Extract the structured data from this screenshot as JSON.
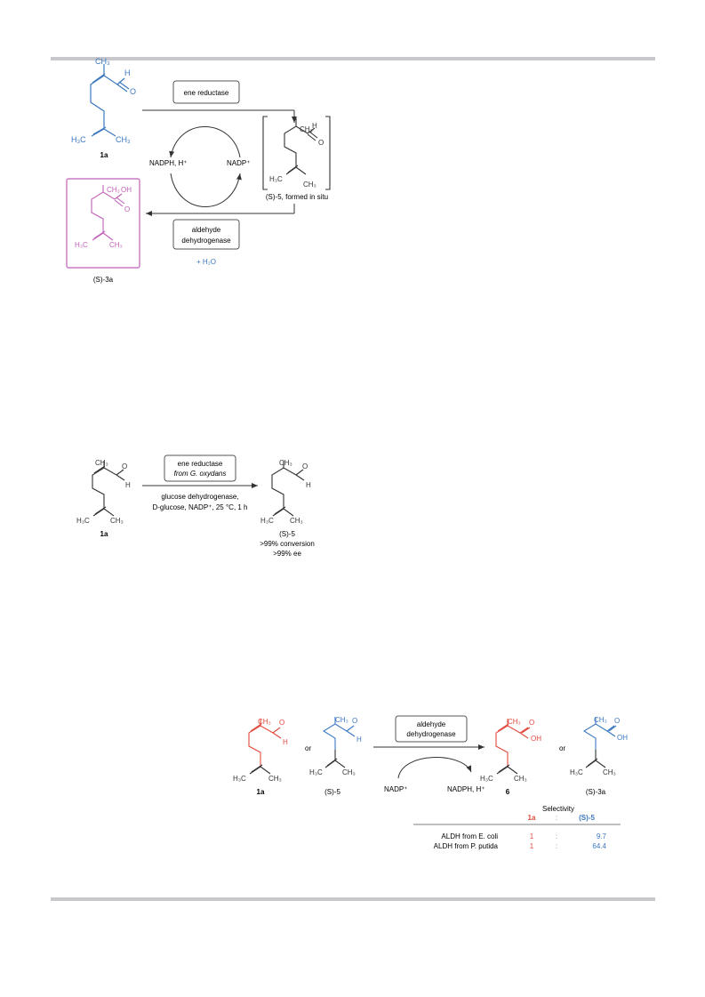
{
  "colors": {
    "blue": "#3b78c2",
    "pink": "#c061b8",
    "red": "#e24a3e",
    "black": "#333333",
    "rule": "#c8c8cc"
  },
  "scheme1": {
    "compound_1a": "1a",
    "ene_reductase": "ene reductase",
    "nadph": "NADPH, H⁺",
    "nadp": "NADP⁺",
    "intermediate_label": "(S)-5, formed in situ",
    "aldh_line1": "aldehyde",
    "aldh_line2": "dehydrogenase",
    "water": "+ H₂O",
    "product_label": "(S)-3a",
    "ch3": "CH₃",
    "h3c": "H₃C",
    "h": "H",
    "o": "O",
    "oh": "OH"
  },
  "scheme2": {
    "compound_1a": "1a",
    "enzyme_line1": "ene reductase",
    "enzyme_line2": "from G. oxydans",
    "conditions_line1": "glucose dehydrogenase,",
    "conditions_line2": "D-glucose, NADP⁺, 25 °C, 1 h",
    "product_label": "(S)-5",
    "conversion": ">99% conversion",
    "ee": ">99% ee"
  },
  "scheme3": {
    "compound_1a": "1a",
    "or1": "or",
    "compound_s5": "(S)-5",
    "aldh_line1": "aldehyde",
    "aldh_line2": "dehydrogenase",
    "nadp": "NADP⁺",
    "nadph": "NADPH, H⁺",
    "product_6": "6",
    "or2": "or",
    "product_s3a": "(S)-3a",
    "selectivity_title": "Selectivity",
    "col_1a": "1a",
    "colon": ":",
    "col_s5": "(S)-5",
    "rows": [
      {
        "label": "ALDH from E. coli",
        "a": "1",
        "b": "9.7"
      },
      {
        "label": "ALDH from P. putida",
        "a": "1",
        "b": "64.4"
      }
    ]
  }
}
